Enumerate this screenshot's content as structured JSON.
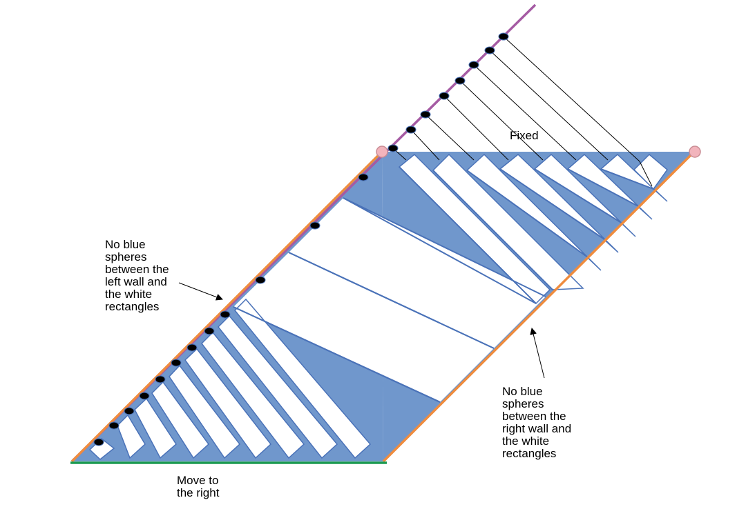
{
  "labels": {
    "fixed": "Fixed",
    "left_note": [
      "No blue",
      "spheres",
      "between the",
      "left wall and",
      "the white",
      "rectangles"
    ],
    "right_note": [
      "No blue",
      "spheres",
      "between the",
      "right wall and",
      "the white",
      "rectangles"
    ],
    "move": [
      "Move to",
      "the right"
    ]
  },
  "colors": {
    "blue_fill": "#7097cc",
    "blue_edge": "#4a72b8",
    "orange_wall": "#ef8c3e",
    "purple_line": "#a55ba3",
    "green_base": "#1a9a50",
    "pin": "#f2b4bc",
    "sphere": "#000000"
  }
}
